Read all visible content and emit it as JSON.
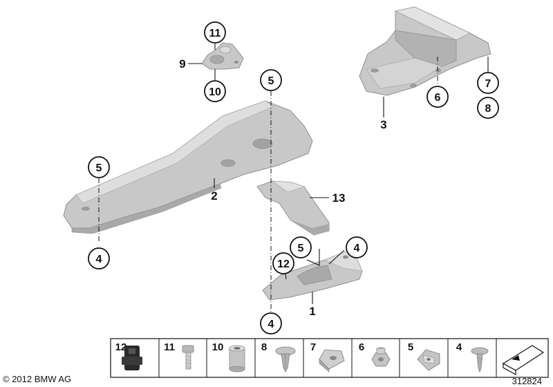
{
  "callouts": {
    "c11": "11",
    "c9": "9",
    "c10": "10",
    "c5_center": "5",
    "c2": "2",
    "c5_left": "5",
    "c4_left": "4",
    "c13": "13",
    "c5_mid": "5",
    "c4_mid": "4",
    "c12": "12",
    "c1": "1",
    "c4_bottom": "4",
    "c3": "3",
    "c6": "6",
    "c7": "7",
    "c8": "8"
  },
  "legend": {
    "items": [
      {
        "number": "12",
        "icon": "rubber-grommet-icon"
      },
      {
        "number": "11",
        "icon": "hex-bolt-icon"
      },
      {
        "number": "10",
        "icon": "spacer-sleeve-icon"
      },
      {
        "number": "8",
        "icon": "expanding-rivet-icon"
      },
      {
        "number": "7",
        "icon": "u-nut-clip-icon"
      },
      {
        "number": "6",
        "icon": "hex-nut-icon"
      },
      {
        "number": "5",
        "icon": "clip-nut-icon"
      },
      {
        "number": "4",
        "icon": "plastic-screw-icon"
      },
      {
        "number": "",
        "icon": "arrow-marker-icon"
      }
    ]
  },
  "footer": {
    "copyright": "© 2012 BMW AG",
    "diagram_number": "312824"
  },
  "colors": {
    "part_fill": "#c8c8c8",
    "part_shade": "#a9a9a9",
    "part_edge": "#8f8f8f",
    "line": "#111111"
  }
}
